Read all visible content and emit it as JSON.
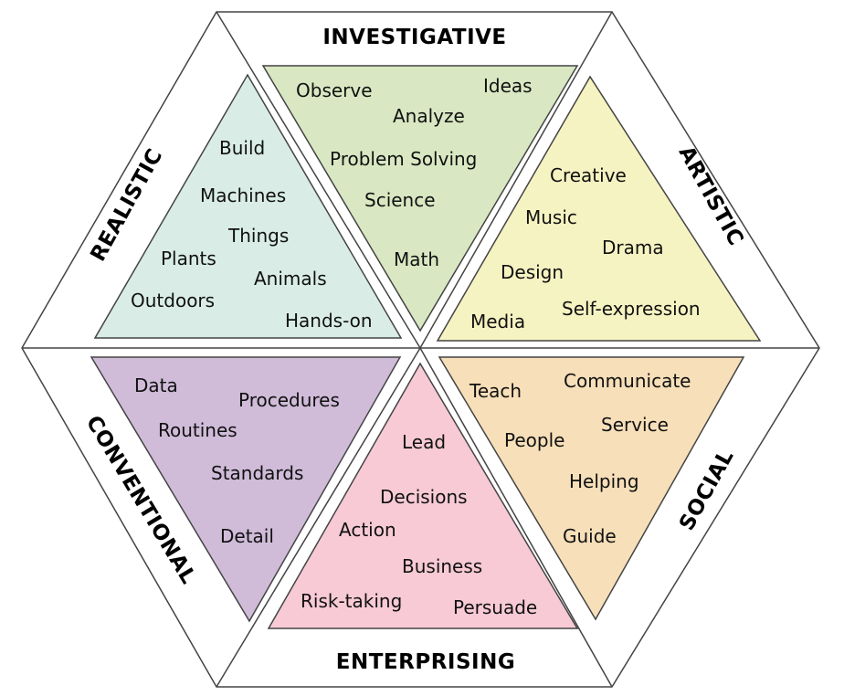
{
  "colors": {
    "realistic": "#d9ede6",
    "investigative": "#d9e8c3",
    "artistic": "#f6f3c2",
    "social": "#f7dfb9",
    "enterprising": "#f7cad6",
    "conventional": "#d0bcd9",
    "outline": "#444444"
  },
  "categories": {
    "realistic": "REALISTIC",
    "investigative": "INVESTIGATIVE",
    "artistic": "ARTISTIC",
    "social": "SOCIAL",
    "enterprising": "ENTERPRISING",
    "conventional": "CONVENTIONAL"
  },
  "realistic": {
    "words": [
      "Build",
      "Machines",
      "Things",
      "Plants",
      "Animals",
      "Outdoors",
      "Hands-on"
    ]
  },
  "investigative": {
    "words": [
      "Observe",
      "Ideas",
      "Analyze",
      "Problem Solving",
      "Science",
      "Math"
    ]
  },
  "artistic": {
    "words": [
      "Creative",
      "Music",
      "Drama",
      "Design",
      "Self-expression",
      "Media"
    ]
  },
  "conventional": {
    "words": [
      "Data",
      "Procedures",
      "Routines",
      "Standards",
      "Detail"
    ]
  },
  "enterprising": {
    "words": [
      "Lead",
      "Decisions",
      "Action",
      "Business",
      "Risk-taking",
      "Persuade"
    ]
  },
  "social": {
    "words": [
      "Teach",
      "Communicate",
      "People",
      "Service",
      "Helping",
      "Guide"
    ]
  }
}
